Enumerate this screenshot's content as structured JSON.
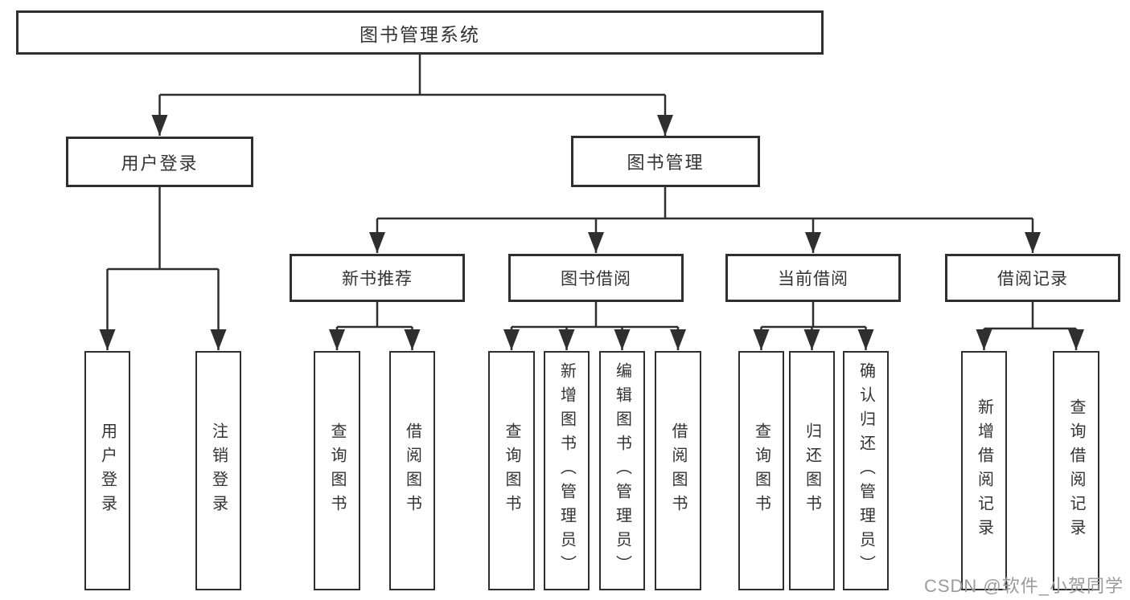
{
  "diagram": {
    "root": {
      "label": "图书管理系统"
    },
    "branches": [
      {
        "label": "用户登录",
        "children": [
          {
            "label": "用户登录"
          },
          {
            "label": "注销登录"
          }
        ]
      },
      {
        "label": "图书管理",
        "children": [
          {
            "label": "新书推荐",
            "children": [
              {
                "label": "查询图书"
              },
              {
                "label": "借阅图书"
              }
            ]
          },
          {
            "label": "图书借阅",
            "children": [
              {
                "label": "查询图书"
              },
              {
                "label": "新增图书（管理员）"
              },
              {
                "label": "编辑图书（管理员）"
              },
              {
                "label": "借阅图书"
              }
            ]
          },
          {
            "label": "当前借阅",
            "children": [
              {
                "label": "查询图书"
              },
              {
                "label": "归还图书"
              },
              {
                "label": "确认归还（管理员）"
              }
            ]
          },
          {
            "label": "借阅记录",
            "children": [
              {
                "label": "新增借阅记录"
              },
              {
                "label": "查询借阅记录"
              }
            ]
          }
        ]
      }
    ]
  },
  "watermark": {
    "text": "CSDN @软件_小贺同学"
  },
  "colors": {
    "line": "#2f2f2f",
    "text": "#333333",
    "watermark": "#9b9b9f",
    "background": "#ffffff"
  }
}
